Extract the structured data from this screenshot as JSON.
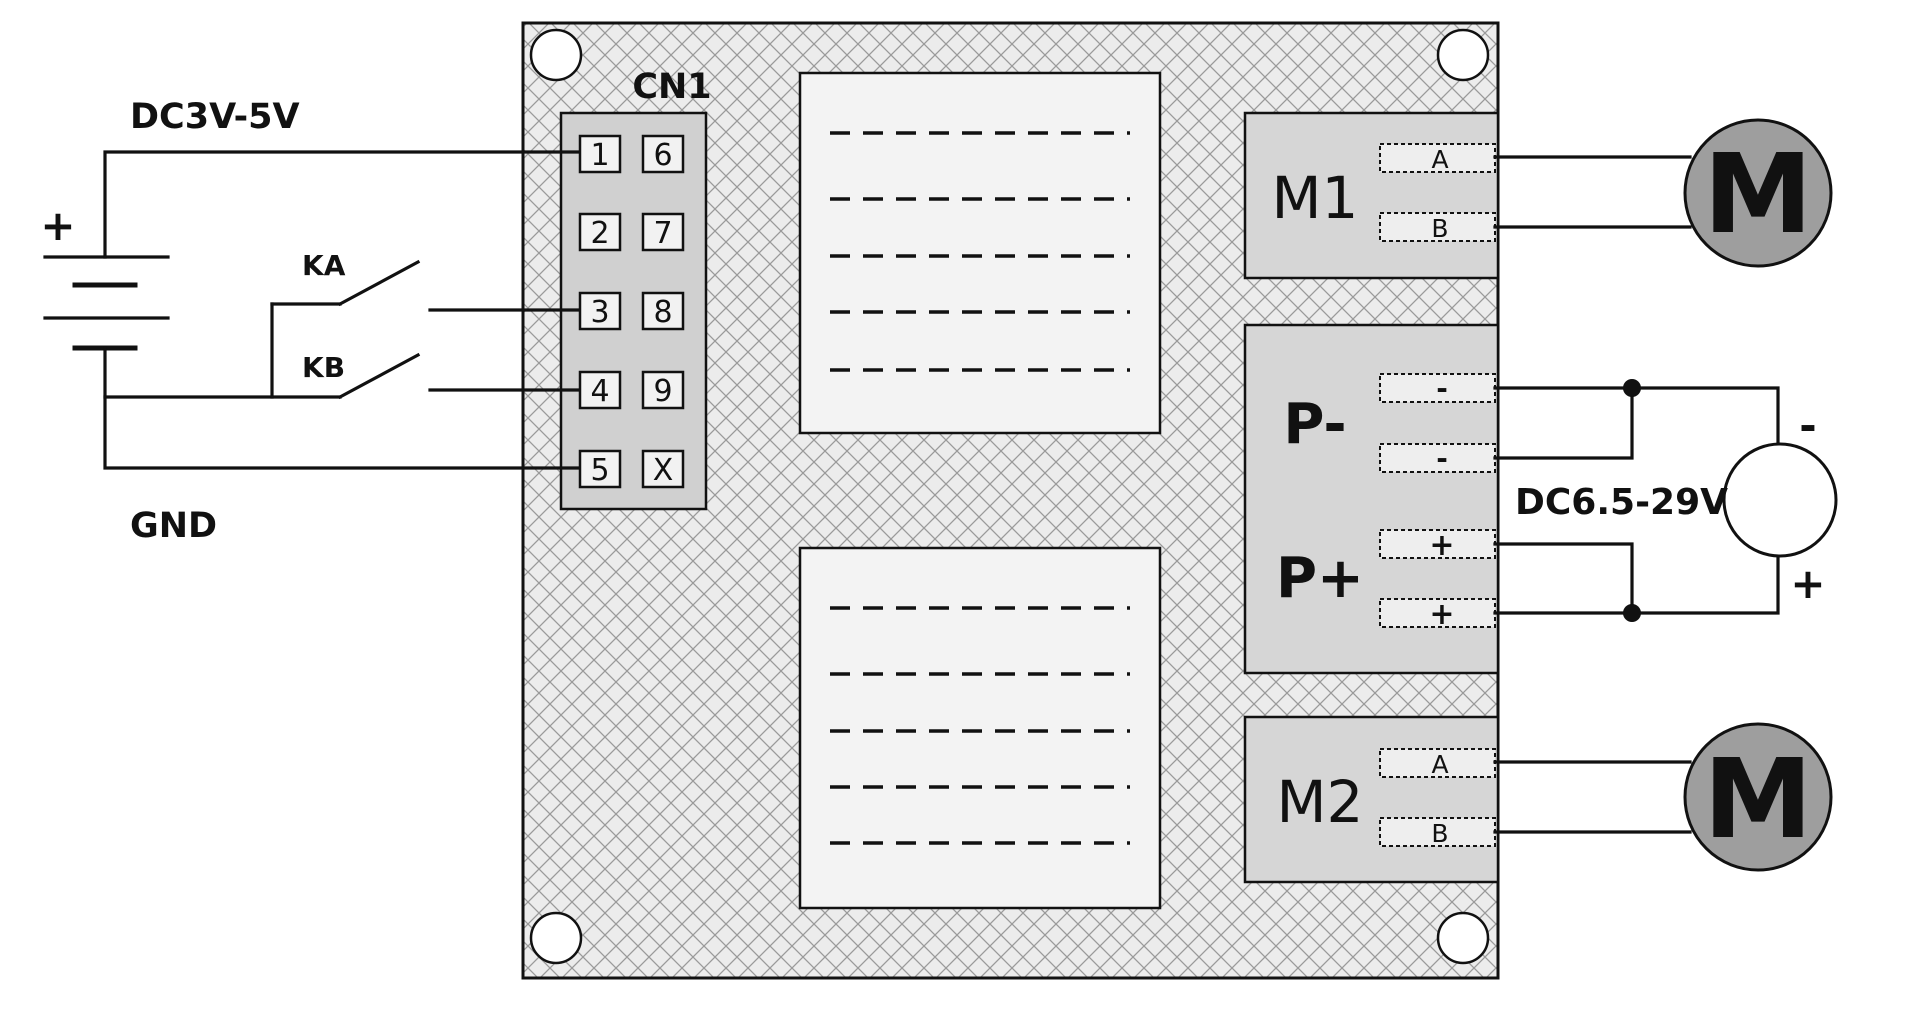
{
  "labels": {
    "logic_supply": "DC3V-5V",
    "ground": "GND",
    "battery_plus": "+",
    "connector": "CN1",
    "switch_a": "KA",
    "switch_b": "KB",
    "power_supply": "DC6.5-29V",
    "supply_minus": "-",
    "supply_plus": "+"
  },
  "cn1_pins": [
    "1",
    "6",
    "2",
    "7",
    "3",
    "8",
    "4",
    "9",
    "5",
    "X"
  ],
  "outputs": {
    "m1": {
      "label": "M1",
      "terminals": [
        "A",
        "B"
      ],
      "motor": "M"
    },
    "power": {
      "minus_label": "P-",
      "plus_label": "P+",
      "terminals": [
        "-",
        "-",
        "+",
        "+"
      ]
    },
    "m2": {
      "label": "M2",
      "terminals": [
        "A",
        "B"
      ],
      "motor": "M"
    }
  },
  "colors": {
    "board": "#e9e9e9",
    "hatch": "#9a9a9a",
    "module": "#d6d6d6",
    "motor": "#9e9e9e",
    "line": "#111111"
  }
}
